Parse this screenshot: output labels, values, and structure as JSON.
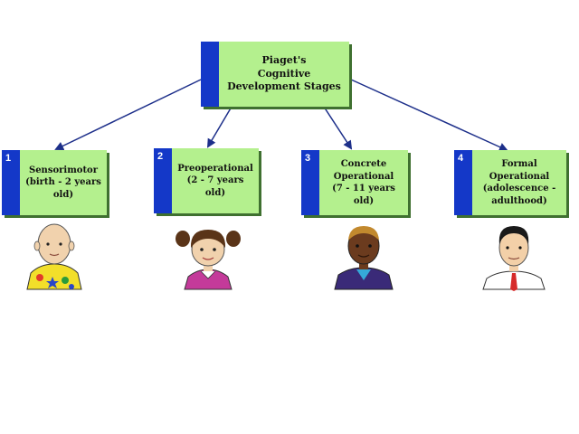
{
  "root": {
    "title": "Piaget's\nCognitive\nDevelopment Stages"
  },
  "stages": [
    {
      "number": "1",
      "title": "Sensorimotor\n(birth - 2 years\nold)",
      "figure": "baby-icon"
    },
    {
      "number": "2",
      "title": "Preoperational\n(2 - 7 years old)",
      "figure": "girl-icon"
    },
    {
      "number": "3",
      "title": "Concrete\nOperational\n(7 - 11 years old)",
      "figure": "boy-icon"
    },
    {
      "number": "4",
      "title": "Formal Operational\n(adolescence -\nadulthood)",
      "figure": "adult-icon"
    }
  ],
  "colors": {
    "box_fill": "#b4f08e",
    "box_bar": "#1438c8",
    "connector": "#1d2f8a"
  }
}
